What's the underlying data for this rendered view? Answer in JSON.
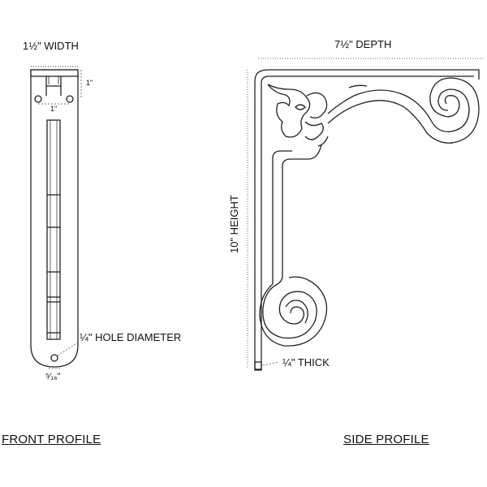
{
  "front": {
    "width_label": "1½\" WIDTH",
    "offset_v": "1\"",
    "offset_h": "1\"",
    "hole_label": "¼\" HOLE DIAMETER",
    "bottom_offset": "⁵⁄₁₆\"",
    "caption": "FRONT PROFILE"
  },
  "side": {
    "depth_label": "7½\" DEPTH",
    "height_label": "10\" HEIGHT",
    "thick_label": "¼\" THICK",
    "caption": "SIDE PROFILE"
  },
  "colors": {
    "line": "#222222",
    "dim": "#444444",
    "background": "#ffffff"
  }
}
